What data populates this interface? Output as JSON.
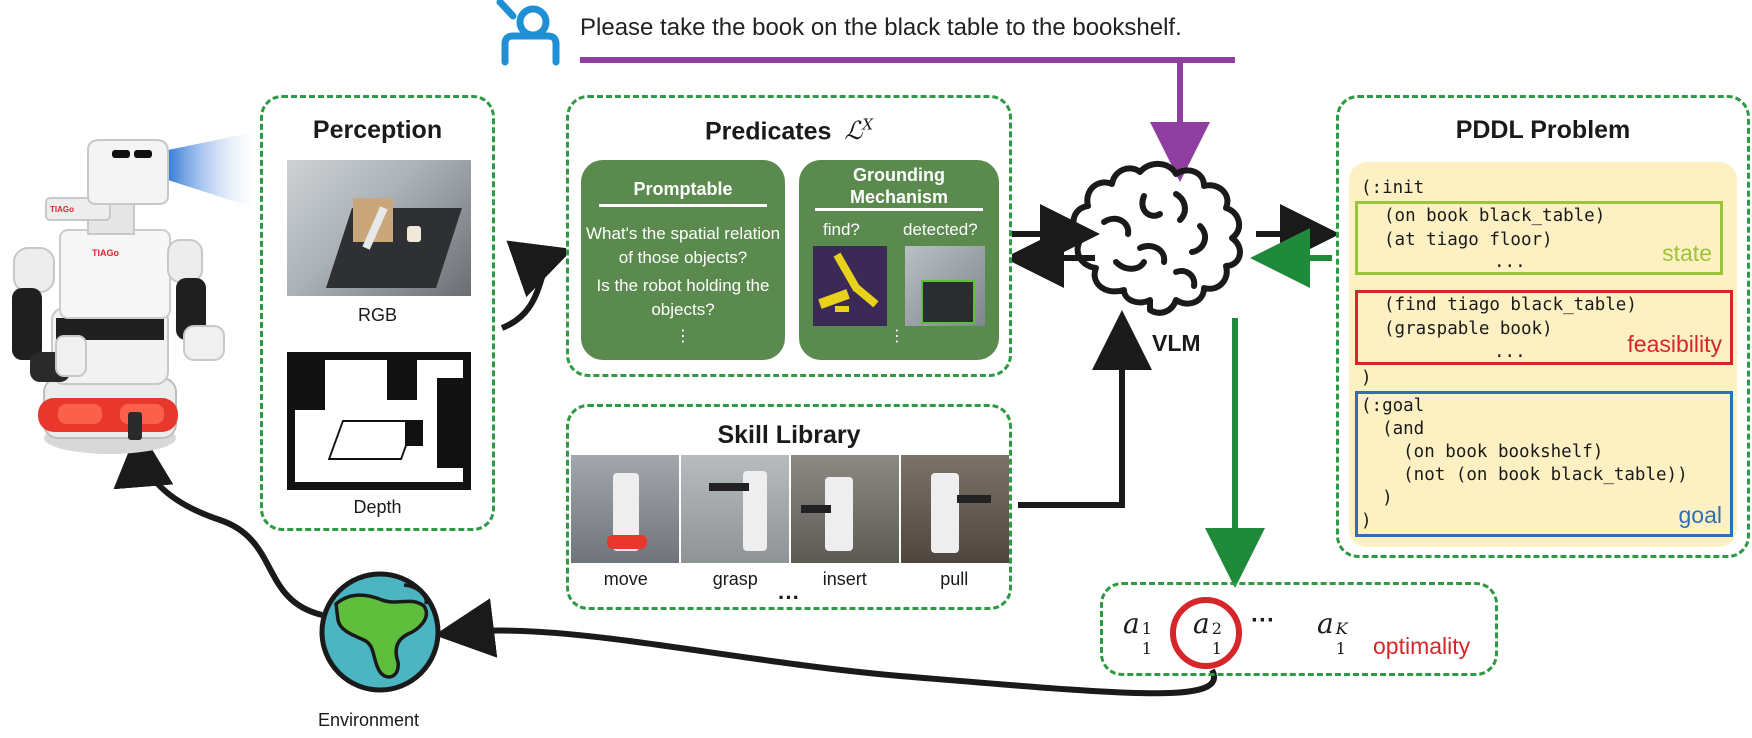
{
  "instruction": "Please take the book on the black table to the bookshelf.",
  "perception": {
    "title": "Perception",
    "rgb_label": "RGB",
    "depth_label": "Depth"
  },
  "predicates": {
    "title": "Predicates",
    "symbol": "ℒ",
    "symbol_sup": "X",
    "promptable": {
      "title": "Promptable",
      "q1": "What's the spatial relation of those objects?",
      "q2": "Is the robot holding the objects?",
      "ellipsis": "⋮"
    },
    "grounding": {
      "title_line1": "Grounding",
      "title_line2": "Mechanism",
      "find_label": "find?",
      "detected_label": "detected?",
      "ellipsis": "⋮"
    }
  },
  "skills": {
    "title": "Skill Library",
    "items": [
      "move",
      "grasp",
      "insert",
      "pull"
    ],
    "ellipsis": "···"
  },
  "vlm_label": "VLM",
  "pddl": {
    "title": "PDDL Problem",
    "init_open": "(:init",
    "state_lines": [
      "(on book black_table)",
      "(at tiago floor)",
      "..."
    ],
    "state_tag": "state",
    "feasibility_lines": [
      "(find tiago black_table)",
      "(graspable book)",
      "..."
    ],
    "feasibility_tag": "feasibility",
    "init_close": ")",
    "goal_lines": [
      "(:goal",
      "  (and",
      "    (on book bookshelf)",
      "    (not (on book black_table))",
      "  )",
      ")"
    ],
    "goal_tag": "goal"
  },
  "optimality": {
    "actions": [
      "a",
      "a",
      "a"
    ],
    "subs": [
      "1",
      "1",
      "1"
    ],
    "sups": [
      "1",
      "2",
      "K"
    ],
    "dots": "···",
    "tag": "optimality"
  },
  "environment_label": "Environment",
  "colors": {
    "green_dash": "#2f9a44",
    "card_green": "#5a8a4e",
    "purple": "#8e3fa0",
    "arrow_green": "#1e8a3a",
    "state_box": "#9cc43a",
    "feasibility_box": "#d6262a",
    "goal_box": "#2f6fb6",
    "pddl_bg": "#fdf0c2",
    "optimality_red": "#d6262a"
  }
}
